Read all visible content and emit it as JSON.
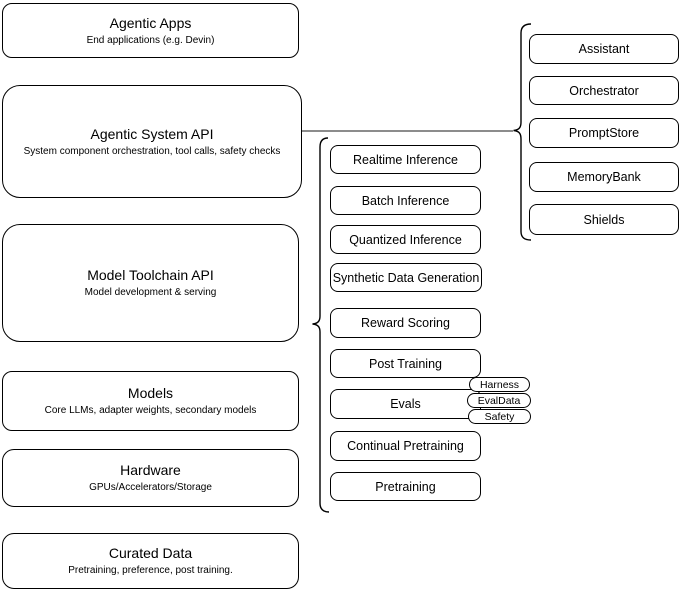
{
  "diagram": {
    "left_stack": [
      {
        "title": "Agentic Apps",
        "subtitle": "End applications (e.g. Devin)"
      },
      {
        "title": "Agentic System API",
        "subtitle": "System component orchestration, tool calls, safety checks"
      },
      {
        "title": "Model Toolchain API",
        "subtitle": "Model development & serving"
      },
      {
        "title": "Models",
        "subtitle": "Core LLMs, adapter weights, secondary models"
      },
      {
        "title": "Hardware",
        "subtitle": "GPUs/Accelerators/Storage"
      },
      {
        "title": "Curated Data",
        "subtitle": "Pretraining, preference, post training."
      }
    ],
    "toolchain_group": [
      "Realtime Inference",
      "Batch Inference",
      "Quantized Inference",
      "Synthetic Data Generation",
      "Reward Scoring",
      "Post Training",
      "Evals",
      "Continual Pretraining",
      "Pretraining"
    ],
    "evals_tags": [
      "Harness",
      "EvalData",
      "Safety"
    ],
    "system_group": [
      "Assistant",
      "Orchestrator",
      "PromptStore",
      "MemoryBank",
      "Shields"
    ],
    "colors": {
      "stroke": "#000000",
      "background": "#ffffff",
      "text": "#000000",
      "connector": "#666666"
    }
  }
}
